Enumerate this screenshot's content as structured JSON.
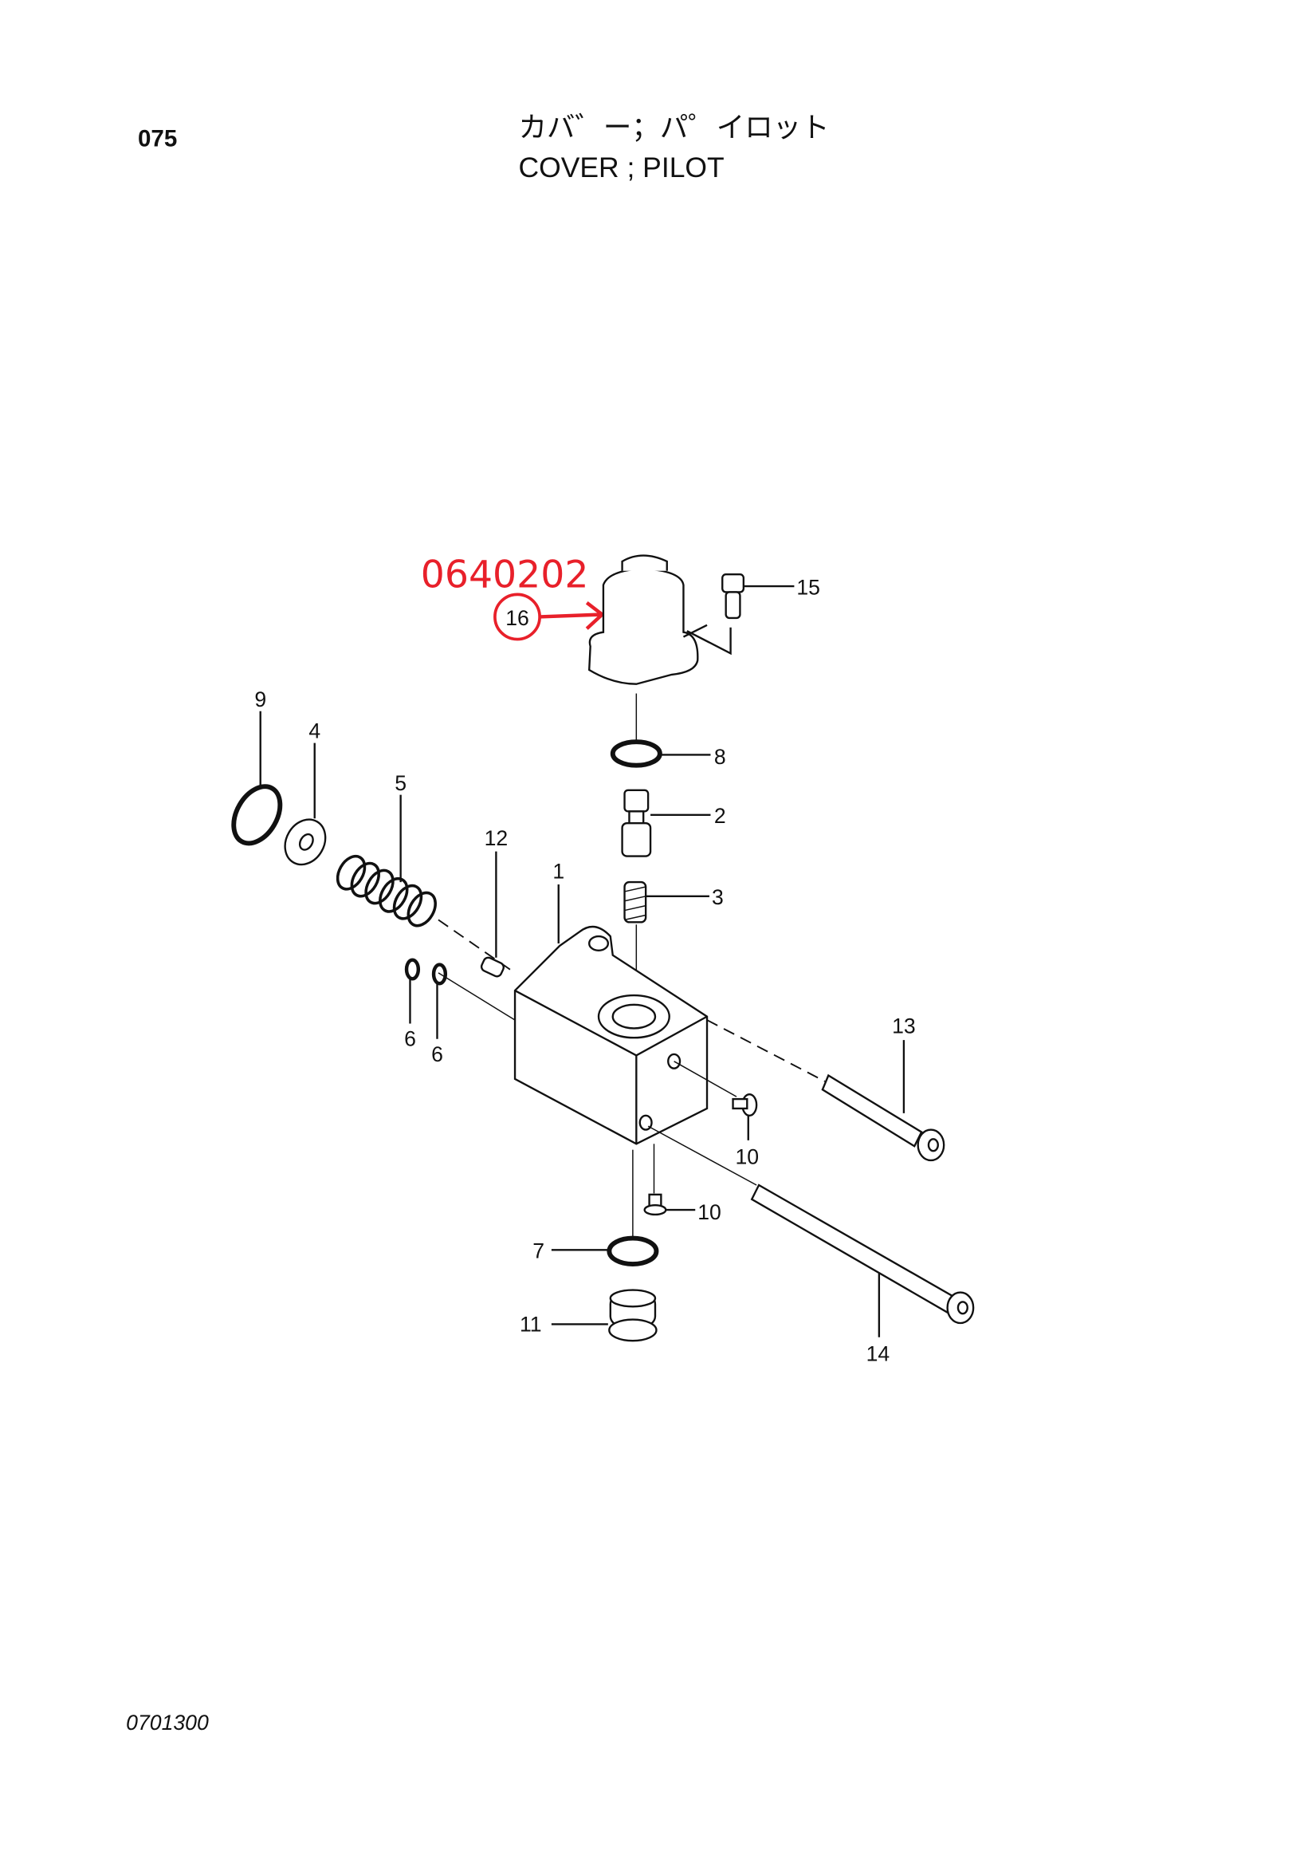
{
  "header": {
    "page_code": "075",
    "title_jp": "カバ゛ー；パ゜イロット",
    "title_en": "COVER ; PILOT"
  },
  "annotation": {
    "part_number": "0640202",
    "circled_item": "16",
    "color": "#e8202a"
  },
  "callouts": {
    "c1": "1",
    "c2": "2",
    "c3": "3",
    "c4": "4",
    "c5": "5",
    "c6a": "6",
    "c6b": "6",
    "c7": "7",
    "c8": "8",
    "c9": "9",
    "c10a": "10",
    "c10b": "10",
    "c11": "11",
    "c12": "12",
    "c13": "13",
    "c14": "14",
    "c15": "15"
  },
  "footer": {
    "drawing_code": "0701300"
  }
}
